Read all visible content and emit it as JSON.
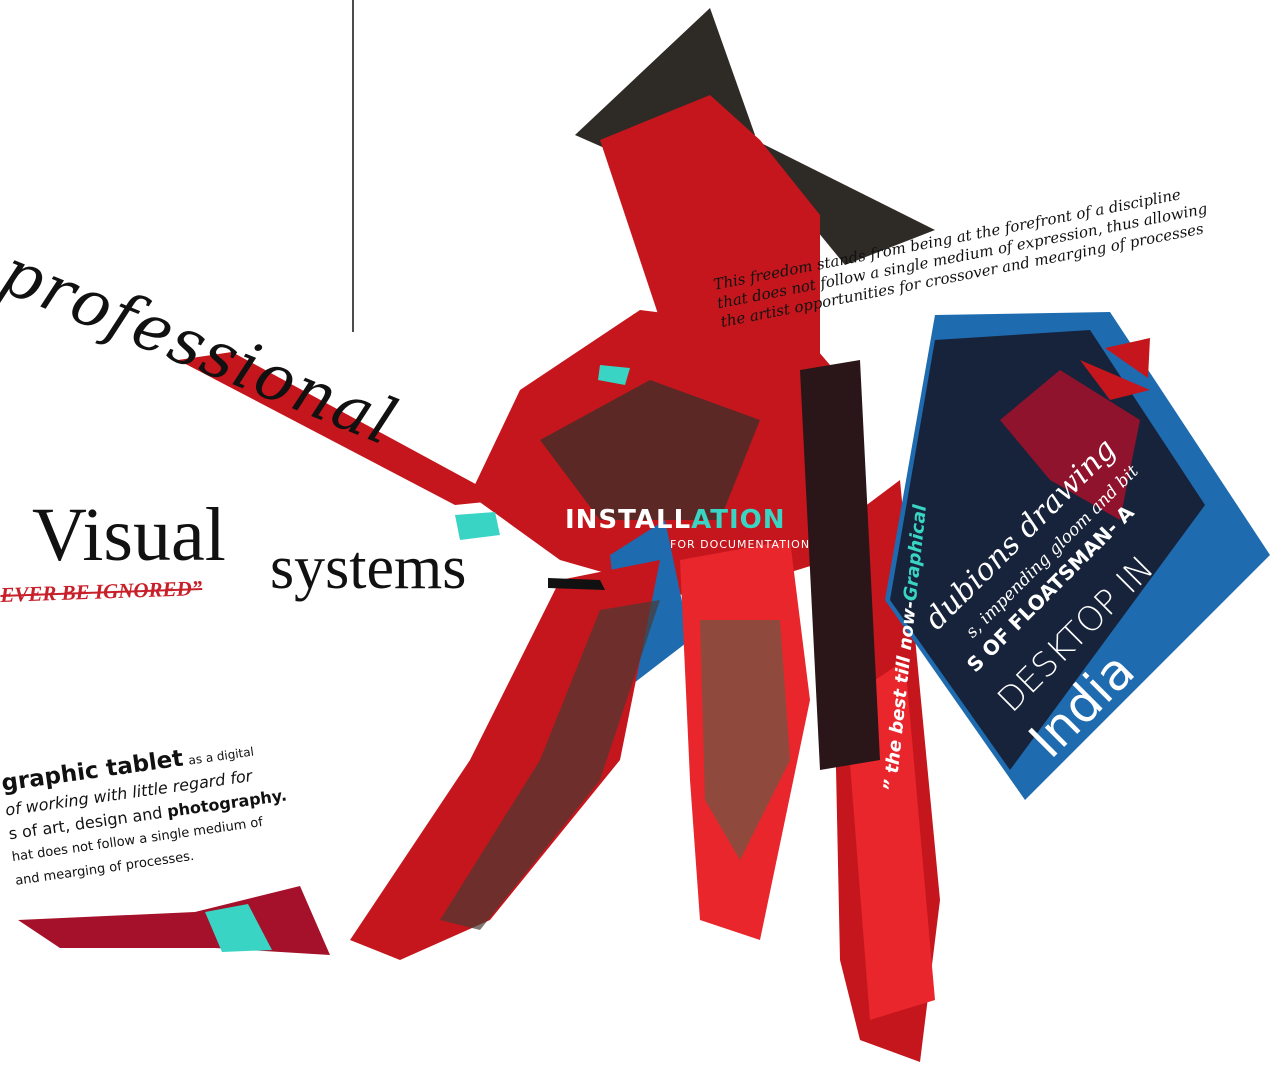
{
  "palette": {
    "red": "#c4161c",
    "bright_red": "#e8262c",
    "dark": "#2e2a26",
    "blue": "#1e6bb0",
    "teal": "#39d4c4",
    "crimson": "#a5102a"
  },
  "left_page": {
    "script_word": "professional",
    "title_visual": "Visual",
    "title_systems": "systems",
    "strike_quote": "EVER BE IGNORED”",
    "paragraph": {
      "line1_bold": "graphic tablet",
      "line1_rest": "as a digital",
      "line2": "of working with little regard for",
      "line3_pre": "s of art, design and ",
      "line3_bold": "photography.",
      "line4": "hat does not follow a single medium of",
      "line5": "and mearging of processes."
    }
  },
  "right_page": {
    "quote": {
      "line1": "This freedom stands from being at the forefront of a discipline",
      "line2": "that does not follow a single medium of expression, thus allowing",
      "line3": "the artist opportunities for crossover and mearging of processes"
    },
    "vertical_text": {
      "quote_mark": "”",
      "main": "the best till now-",
      "accent": "Graphical"
    },
    "installation": {
      "main": "INSTALL",
      "accent": "ATION",
      "sub": "FOR DOCUMENTATION"
    },
    "panel": {
      "line1": "dubions drawing",
      "line2": "s, impending gloom and bit",
      "line3": "S OF FLOATSMAN- A",
      "line4": "DESKTOP IN",
      "line5": "India"
    }
  }
}
